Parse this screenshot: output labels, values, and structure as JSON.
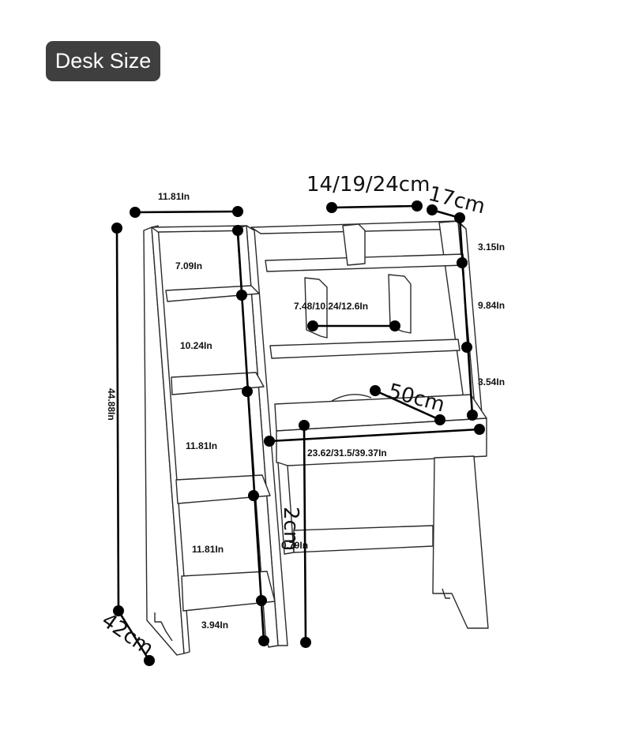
{
  "badge": {
    "label": "Desk Size"
  },
  "dimensions": {
    "top_width": "11.81In",
    "shelf_1": "7.09In",
    "shelf_2": "10.24In",
    "shelf_3": "11.81In",
    "shelf_4": "11.81In",
    "shelf_5": "3.94In",
    "total_height": "44.88In",
    "base_depth": "42cm",
    "divider_spacing": "14/19/24cm",
    "hutch_depth": "17cm",
    "hutch_top": "3.15In",
    "hutch_mid": "9.84In",
    "hutch_low": "3.54In",
    "divider_width": "7.48/10.24/12.6In",
    "desk_depth": "50cm",
    "desk_width": "23.62/31.5/39.37In",
    "panel_thickness": "0.79In",
    "panel_thickness_cm": "2cm"
  }
}
